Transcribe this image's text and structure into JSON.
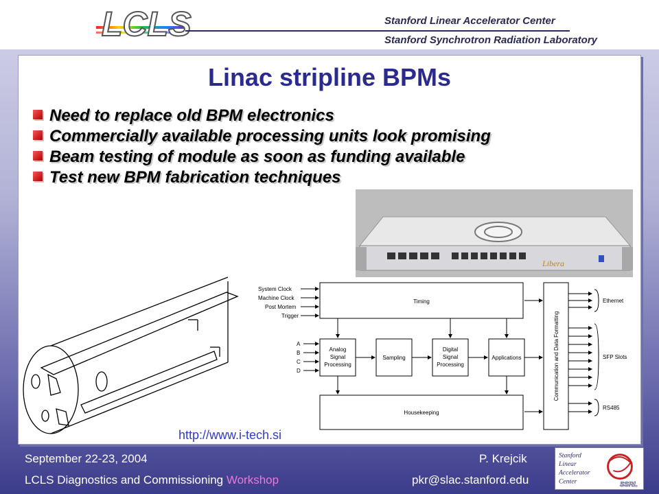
{
  "header": {
    "logo_text": "LCLS",
    "org_line1": "Stanford Linear Accelerator Center",
    "org_line2": "Stanford Synchrotron Radiation Laboratory"
  },
  "slide": {
    "title": "Linac stripline BPMs",
    "bullets": [
      "Need to replace old BPM electronics",
      "Commercially available processing units look promising",
      "Beam testing of module as soon as funding available",
      "Test new BPM fabrication techniques"
    ],
    "photo": {
      "brand_label": "Libera"
    },
    "diagram": {
      "inputs_left_top": [
        "System Clock",
        "Machine Clock",
        "Post Mortem",
        "Trigger"
      ],
      "inputs_left_bottom": [
        "A",
        "B",
        "C",
        "D"
      ],
      "blocks": {
        "timing": "Timing",
        "analog": [
          "Analog",
          "Signal",
          "Processing"
        ],
        "sampling": "Sampling",
        "digital": [
          "Digital",
          "Signal",
          "Processing"
        ],
        "applications": "Applications",
        "housekeeping": "Housekeeping",
        "comm": "Communication and Data Formatting"
      },
      "outputs_right": [
        "Ethernet",
        "SFP Slots",
        "RS485"
      ]
    },
    "url": "http://www.i-tech.si"
  },
  "footer": {
    "date": "September 22-23, 2004",
    "author": "P. Krejcik",
    "workshop_main": "LCLS Diagnostics and Commissioning ",
    "workshop_accent": "Workshop",
    "email": "pkr@slac.stanford.edu",
    "slac_logo_lines": [
      "Stanford",
      "Linear",
      "Accelerator",
      "Center"
    ],
    "ssrl_label": "SSRL"
  },
  "colors": {
    "title": "#2b2b8f",
    "bullet": "#c80000",
    "url": "#2f3cc7",
    "footer_accent": "#e87ad8",
    "background_dark": "#3c3c8c"
  }
}
